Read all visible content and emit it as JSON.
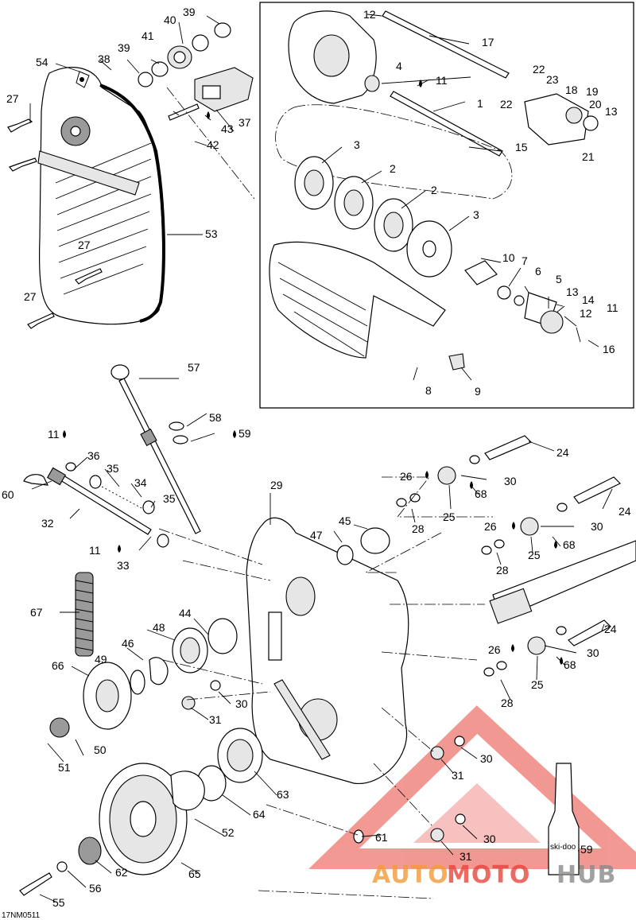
{
  "diagram": {
    "callouts": [
      "1",
      "2",
      "3",
      "4",
      "5",
      "6",
      "7",
      "8",
      "9",
      "10",
      "11",
      "12",
      "13",
      "14",
      "15",
      "16",
      "17",
      "18",
      "19",
      "20",
      "21",
      "22",
      "23",
      "24",
      "25",
      "26",
      "27",
      "28",
      "29",
      "30",
      "31",
      "32",
      "33",
      "34",
      "35",
      "36",
      "37",
      "38",
      "39",
      "40",
      "41",
      "42",
      "43",
      "44",
      "45",
      "46",
      "47",
      "48",
      "49",
      "50",
      "51",
      "52",
      "53",
      "54",
      "55",
      "56",
      "57",
      "58",
      "59",
      "60",
      "61",
      "62",
      "63",
      "64",
      "65",
      "66",
      "67",
      "68"
    ],
    "reference_code": "17NM0511",
    "watermark": {
      "brand_left": "AUTO",
      "brand_mid": "MOTO",
      "brand_right": "HUB",
      "bottle_label": "ski-doo"
    },
    "colors": {
      "line": "#000000",
      "watermark_red": "#e8453c",
      "watermark_orange": "#f29a3a",
      "watermark_gray": "#8a8a8a"
    }
  }
}
